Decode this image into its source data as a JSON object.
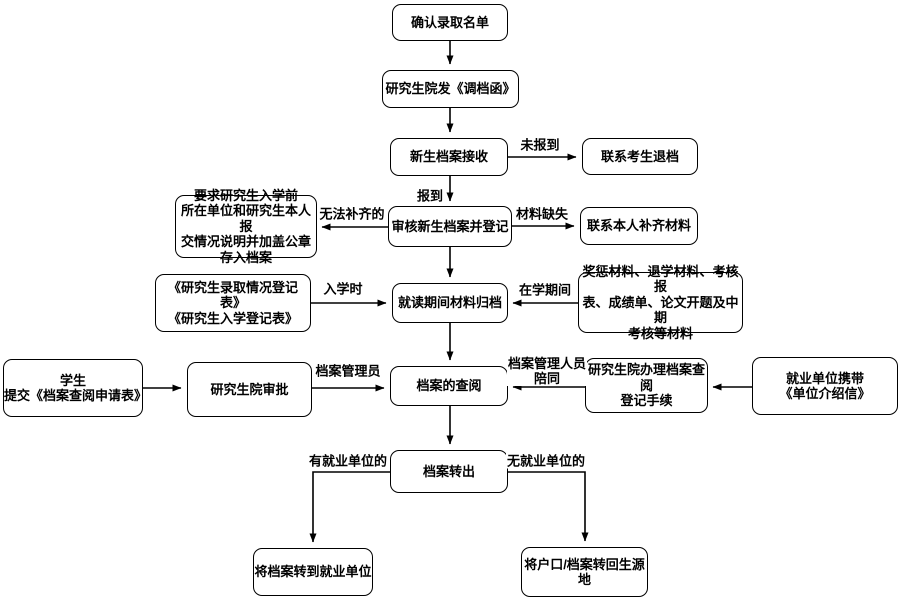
{
  "colors": {
    "background": "#ffffff",
    "line": "#000000",
    "text": "#000000"
  },
  "nodes": {
    "confirm_list": {
      "text": "确认录取名单"
    },
    "issue_letter": {
      "text": "研究生院发《调档函》"
    },
    "receive_files": {
      "text": "新生档案接收"
    },
    "contact_return": {
      "text": "联系考生退档"
    },
    "review_register": {
      "text": "审核新生档案并登记"
    },
    "contact_complete": {
      "text": "联系本人补齐材料"
    },
    "require_statement": {
      "text": "要求研究生入学前\n所在单位和研究生本人报\n交情况说明并加盖公章\n存入档案"
    },
    "forms": {
      "text": "《研究生录取情况登记表》\n《研究生入学登记表》"
    },
    "archive_during": {
      "text": "就读期间材料归档"
    },
    "study_materials": {
      "text": "奖惩材料、退学材料、考核报\n表、成绩单、论文开题及中期\n考核等材料"
    },
    "student_apply": {
      "text": "学生\n提交《档案查阅申请表》"
    },
    "school_approve": {
      "text": "研究生院审批"
    },
    "file_review": {
      "text": "档案的查阅"
    },
    "review_procedure": {
      "text": "研究生院办理档案查阅\n登记手续"
    },
    "employer_letter": {
      "text": "就业单位携带\n《单位介绍信》"
    },
    "transfer_out": {
      "text": "档案转出"
    },
    "to_employer": {
      "text": "将档案转到就业单位"
    },
    "to_origin": {
      "text": "将户口/档案转回生源地"
    }
  },
  "edge_labels": {
    "not_reported": "未报到",
    "reported": "报到",
    "material_missing": "材料缺失",
    "cannot_complete": "无法补齐的",
    "at_enrollment": "入学时",
    "during_school": "在学期间",
    "file_admin": "档案管理员",
    "staff_accompany": "档案管理人员\n陪同",
    "has_employer": "有就业单位的",
    "no_employer": "无就业单位的"
  }
}
